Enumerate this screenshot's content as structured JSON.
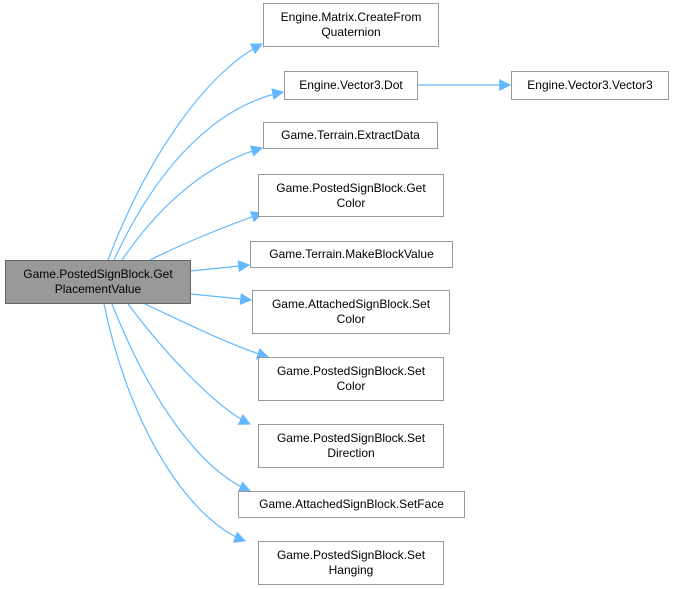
{
  "graph": {
    "edge_color": "#63b8ff",
    "root": {
      "id": "root",
      "label": "Game.PostedSignBlock.Get\nPlacementValue"
    },
    "nodes": [
      {
        "id": "n1",
        "label": "Engine.Matrix.CreateFrom\nQuaternion"
      },
      {
        "id": "n2",
        "label": "Engine.Vector3.Dot"
      },
      {
        "id": "n3",
        "label": "Engine.Vector3.Vector3"
      },
      {
        "id": "n4",
        "label": "Game.Terrain.ExtractData"
      },
      {
        "id": "n5",
        "label": "Game.PostedSignBlock.Get\nColor"
      },
      {
        "id": "n6",
        "label": "Game.Terrain.MakeBlockValue"
      },
      {
        "id": "n7",
        "label": "Game.AttachedSignBlock.Set\nColor"
      },
      {
        "id": "n8",
        "label": "Game.PostedSignBlock.Set\nColor"
      },
      {
        "id": "n9",
        "label": "Game.PostedSignBlock.Set\nDirection"
      },
      {
        "id": "n10",
        "label": "Game.AttachedSignBlock.SetFace"
      },
      {
        "id": "n11",
        "label": "Game.PostedSignBlock.Set\nHanging"
      }
    ],
    "edges": [
      {
        "from": "root",
        "to": "n1"
      },
      {
        "from": "root",
        "to": "n2"
      },
      {
        "from": "n2",
        "to": "n3"
      },
      {
        "from": "root",
        "to": "n4"
      },
      {
        "from": "root",
        "to": "n5"
      },
      {
        "from": "root",
        "to": "n6"
      },
      {
        "from": "root",
        "to": "n7"
      },
      {
        "from": "root",
        "to": "n8"
      },
      {
        "from": "root",
        "to": "n9"
      },
      {
        "from": "root",
        "to": "n10"
      },
      {
        "from": "root",
        "to": "n11"
      }
    ]
  }
}
